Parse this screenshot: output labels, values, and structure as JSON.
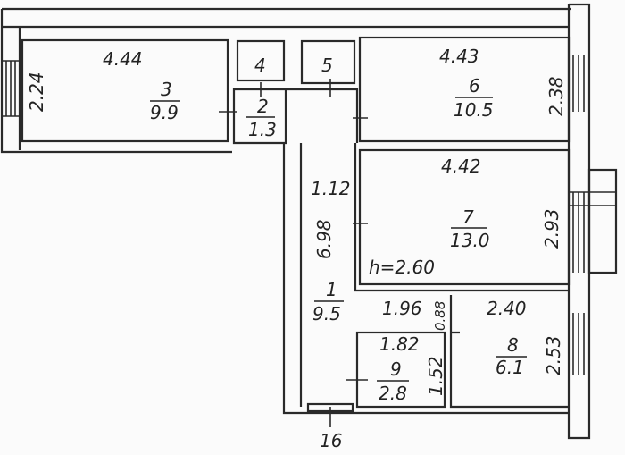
{
  "plan": {
    "ceiling_height": "h=2.60",
    "entrance_label": "16",
    "rooms": [
      {
        "number": "1",
        "area": "9.5"
      },
      {
        "number": "2",
        "area": "1.3"
      },
      {
        "number": "3",
        "area": "9.9"
      },
      {
        "number": "4"
      },
      {
        "number": "5"
      },
      {
        "number": "6",
        "area": "10.5"
      },
      {
        "number": "7",
        "area": "13.0"
      },
      {
        "number": "8",
        "area": "6.1"
      },
      {
        "number": "9",
        "area": "2.8"
      }
    ],
    "dimensions": {
      "room3_width": "4.44",
      "room3_depth": "2.24",
      "room6_width": "4.43",
      "room6_depth": "2.38",
      "room7_width": "4.42",
      "room7_depth": "2.93",
      "corridor_width": "1.12",
      "corridor_length": "6.98",
      "corridor_lower_width": "1.96",
      "passage": "0.88",
      "room8_width": "2.40",
      "room8_depth": "2.53",
      "room9_width": "1.82",
      "room9_depth": "1.52"
    }
  }
}
